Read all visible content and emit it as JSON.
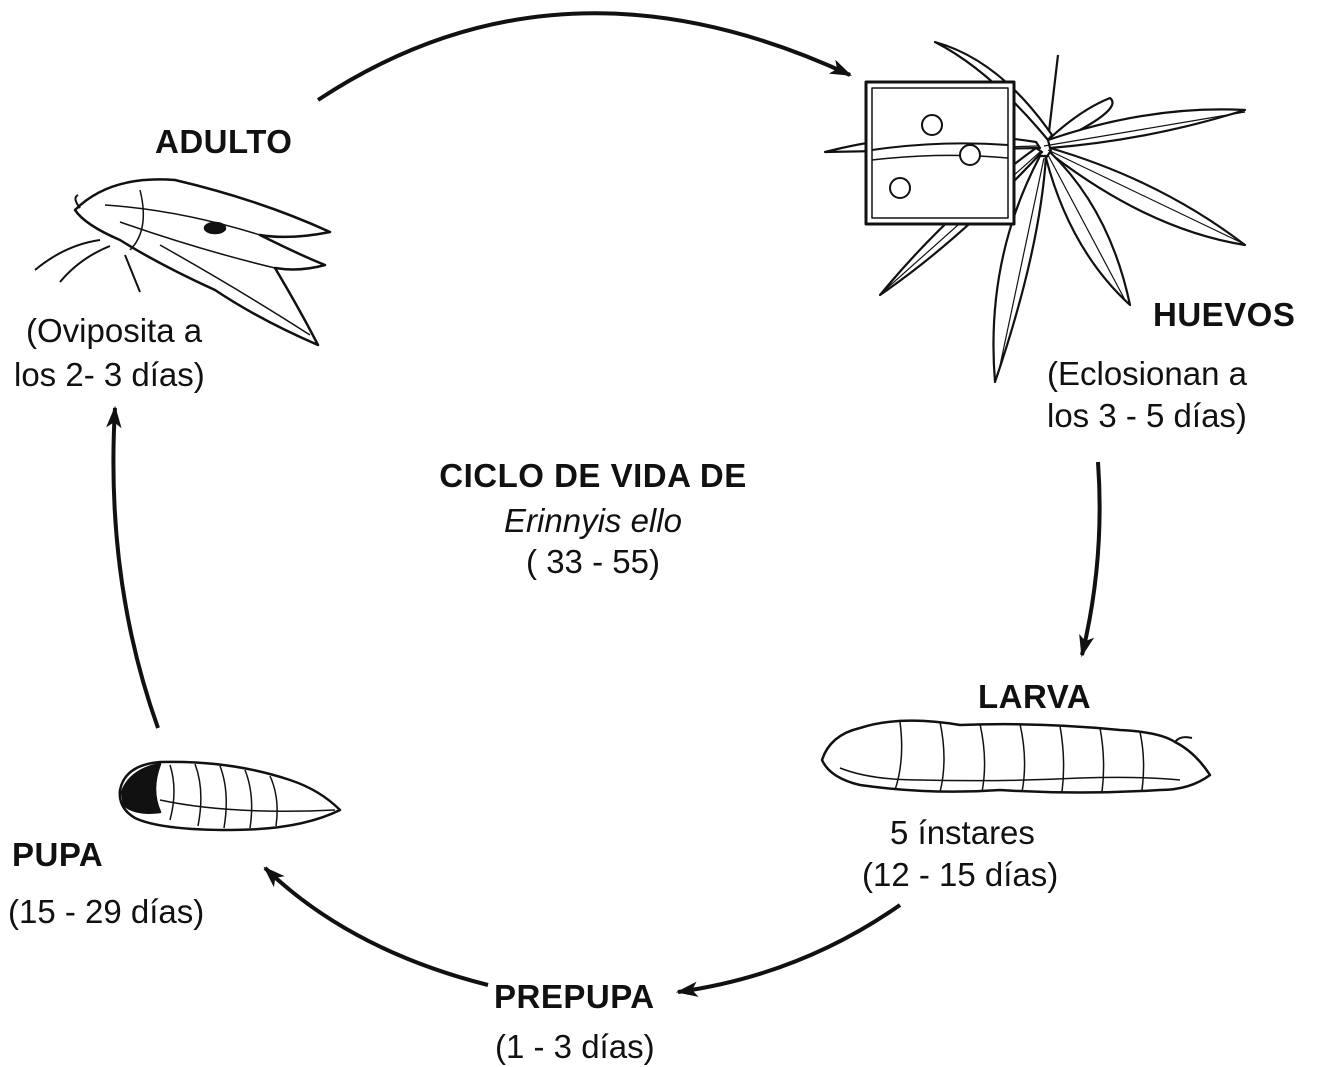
{
  "center": {
    "title": "CICLO DE VIDA DE",
    "species": "Erinnyis ello",
    "duration": "( 33 - 55)"
  },
  "stages": {
    "adulto": {
      "name": "ADULTO",
      "note_line1": "(Oviposita a",
      "note_line2": "los 2- 3 días)",
      "icon": "moth-illustration"
    },
    "huevos": {
      "name": "HUEVOS",
      "note_line1": "(Eclosionan a",
      "note_line2": "los 3 - 5 días)",
      "icon": "cassava-leaf-with-eggs-illustration"
    },
    "larva": {
      "name": "LARVA",
      "note_line1": "5 ínstares",
      "note_line2": "(12 - 15 días)",
      "icon": "caterpillar-illustration"
    },
    "prepupa": {
      "name": "PREPUPA",
      "note_line1": "(1 - 3 días)"
    },
    "pupa": {
      "name": "PUPA",
      "note_line1": "(15 - 29 días)",
      "icon": "pupa-illustration"
    }
  }
}
